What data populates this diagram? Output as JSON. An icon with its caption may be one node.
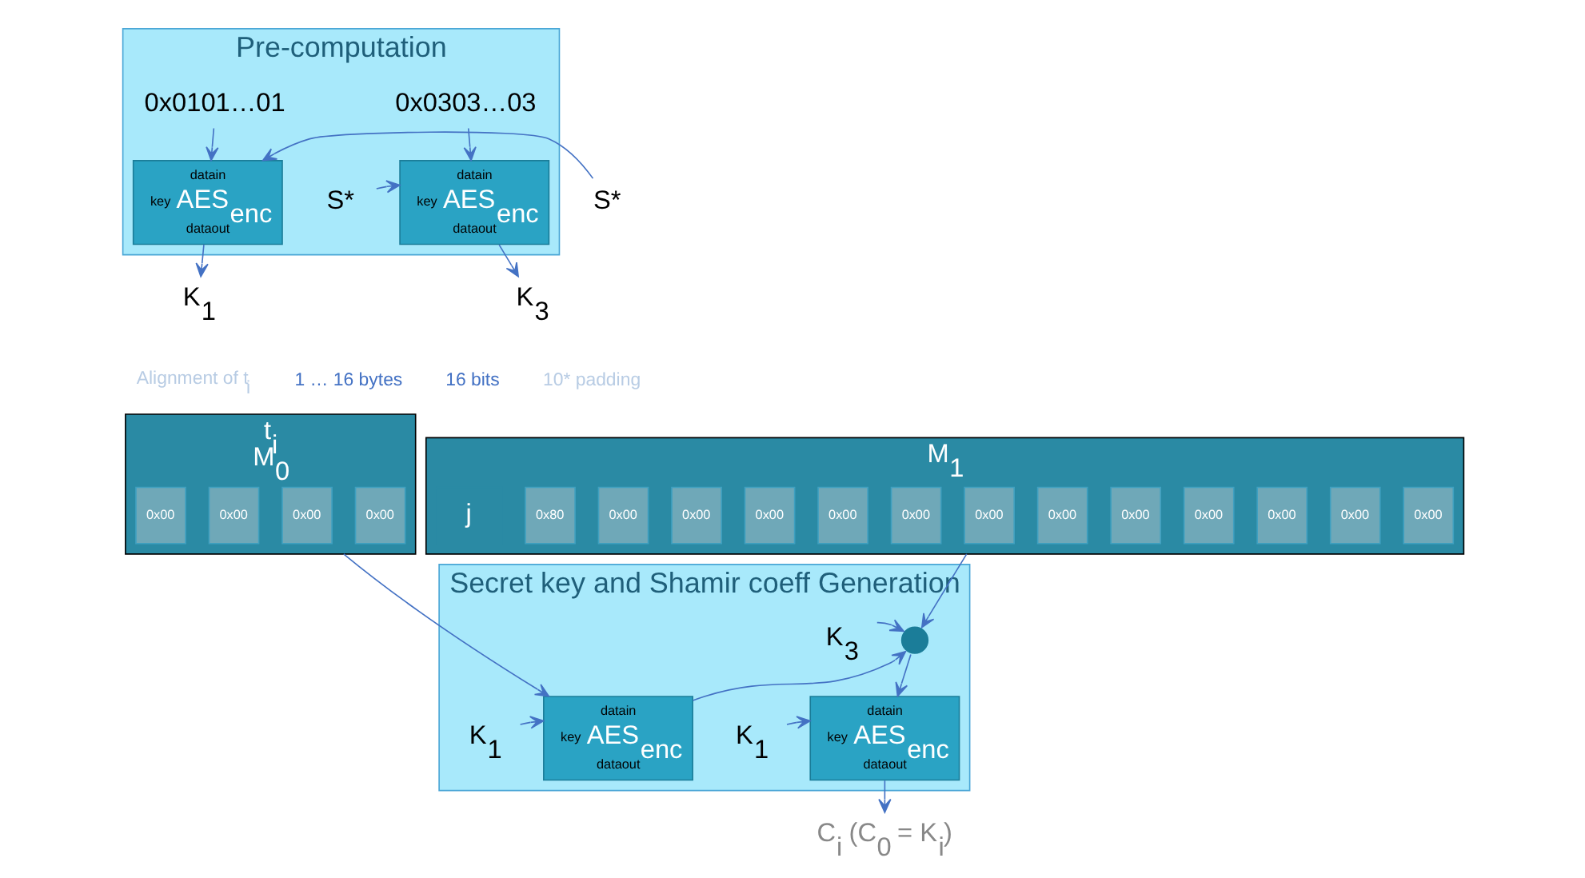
{
  "diagram": {
    "nodes": [
      {
        "text": [
          "Pre-computation"
        ]
      },
      {
        "text": [
          "datain",
          "key",
          "AES$_{enc}$",
          "dataout"
        ],
        "in": 0
      },
      {
        "text": [
          "datain",
          "key",
          "AES$_{enc}$",
          "dataout"
        ],
        "in": 0
      },
      {
        "text": [
          "0x0101…01"
        ],
        "in": 0
      },
      {
        "text": [
          "S*"
        ]
      },
      {
        "text": [
          "0x0303…03"
        ],
        "in": 0
      },
      {
        "text": [
          "S*"
        ],
        "in": 0
      },
      {
        "text": [
          "K$_{1}$"
        ]
      },
      {
        "text": [
          "K$_{3}$"
        ]
      },
      {
        "text": [
          "t$_{i}$",
          "M$_{0}$"
        ]
      },
      {
        "text": [
          "0x00"
        ],
        "in": 9
      },
      {
        "text": [
          "0x00"
        ],
        "in": 9
      },
      {
        "text": [
          "0x00"
        ],
        "in": 9
      },
      {
        "text": [
          "0x00"
        ],
        "in": 9
      },
      {
        "text": [
          "M$_{1}$"
        ]
      },
      {
        "text": [
          "j"
        ],
        "in": 14
      },
      {
        "text": [
          "0x80"
        ],
        "in": 14
      },
      {
        "text": [
          "0x00"
        ],
        "in": 14
      },
      {
        "text": [
          "0x00"
        ],
        "in": 14
      },
      {
        "text": [
          "0x00"
        ],
        "in": 14
      },
      {
        "text": [
          "0x00"
        ],
        "in": 14
      },
      {
        "text": [
          "0x00"
        ],
        "in": 14
      },
      {
        "text": [
          "0x00"
        ],
        "in": 14
      },
      {
        "text": [
          "0x00"
        ],
        "in": 14
      },
      {
        "text": [
          "0x00"
        ],
        "in": 14
      },
      {
        "text": [
          "0x00"
        ],
        "in": 14
      },
      {
        "text": [
          "0x00"
        ],
        "in": 14
      },
      {
        "text": [
          "0x00"
        ],
        "in": 14
      },
      {
        "text": [
          "0x00"
        ],
        "in": 14
      },
      {
        "text": [
          "Secret key and Shamir coeff Generation"
        ]
      },
      {
        "text": [
          "datain",
          "key",
          "AES$_{enc}$",
          "dataout"
        ],
        "in": 29
      },
      {
        "text": [],
        "shape": "circle",
        "in": 29
      },
      {
        "text": [
          "datain",
          "key",
          "AES$_{enc}$",
          "dataout"
        ],
        "in": 29
      },
      {
        "text": [
          "K$_{1}$"
        ],
        "in": 29
      },
      {
        "text": [
          "K$_{1}$"
        ],
        "in": 29
      },
      {
        "text": [
          "K$_{3}$"
        ],
        "in": 29
      },
      {
        "text": [
          "C$_{i}$ (C$_{0}$ = K$_{i}$)"
        ]
      }
    ],
    "edges": [
      {
        "from": 3,
        "to": 1,
        "arrow": "to"
      },
      {
        "from": 4,
        "to": 1,
        "arrow": "to"
      },
      {
        "from": 5,
        "to": 2,
        "arrow": "to"
      },
      {
        "from": 6,
        "to": 2,
        "arrow": "to"
      },
      {
        "from": 1,
        "to": 7,
        "arrow": "to"
      },
      {
        "from": 2,
        "to": 8,
        "arrow": "to"
      },
      {
        "from": 9,
        "to": 30,
        "arrow": "to"
      },
      {
        "from": 30,
        "to": 31,
        "arrow": "to"
      },
      {
        "from": 14,
        "to": 31,
        "arrow": "to"
      },
      {
        "from": 35,
        "to": 31,
        "arrow": "to"
      },
      {
        "from": 31,
        "to": 32,
        "arrow": "to"
      },
      {
        "from": 33,
        "to": 30,
        "arrow": "to"
      },
      {
        "from": 34,
        "to": 32,
        "arrow": "to"
      },
      {
        "from": 32,
        "to": 36,
        "arrow": "to"
      }
    ],
    "labels": [
      "Alignment of t$_{i}$",
      "1 … 16 bytes",
      "16 bits",
      "10* padding"
    ]
  }
}
